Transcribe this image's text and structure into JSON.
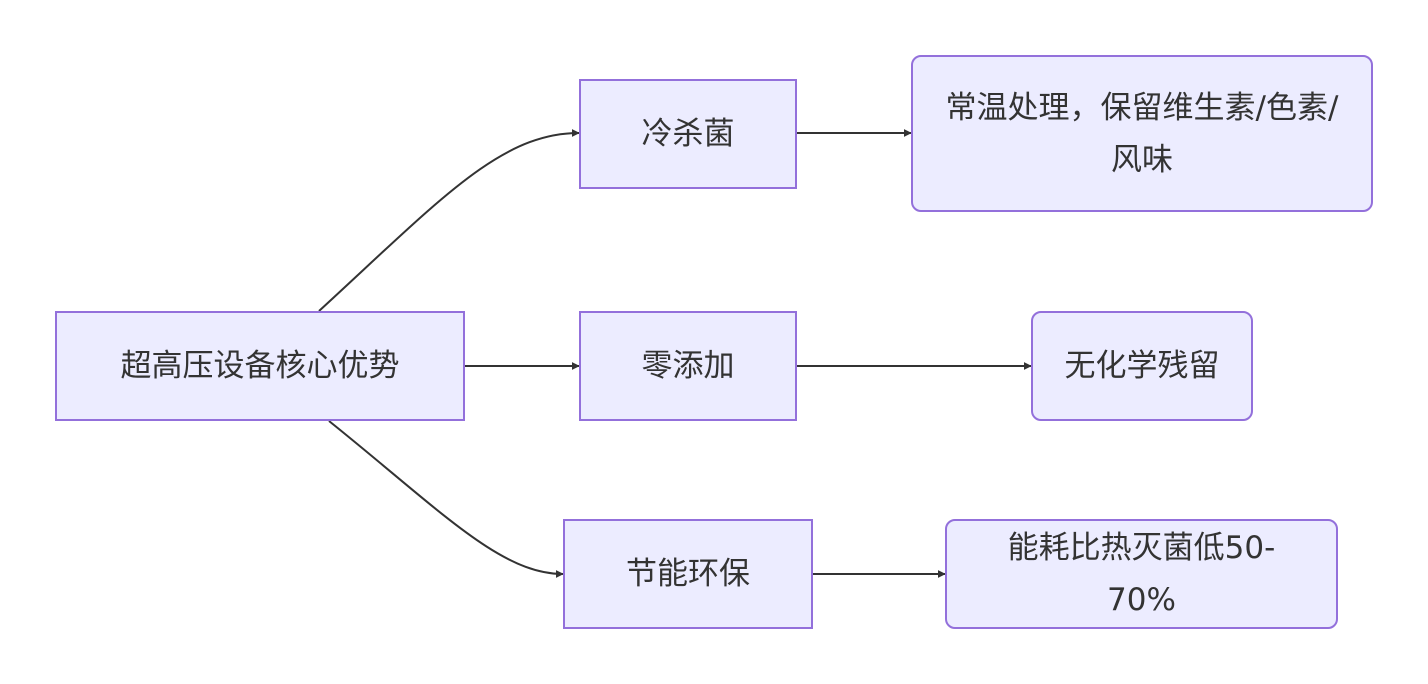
{
  "diagram": {
    "root": {
      "label": "超高压设备核心优势"
    },
    "branches": [
      {
        "label": "冷杀菌",
        "detail": "常温处理，保留维生素/色素/风味"
      },
      {
        "label": "零添加",
        "detail": "无化学残留"
      },
      {
        "label": "节能环保",
        "detail": "能耗比热灭菌低50-70%"
      }
    ]
  },
  "colors": {
    "node_fill": "#ececff",
    "node_border": "#9370db",
    "edge": "#333333",
    "text": "#333333"
  }
}
